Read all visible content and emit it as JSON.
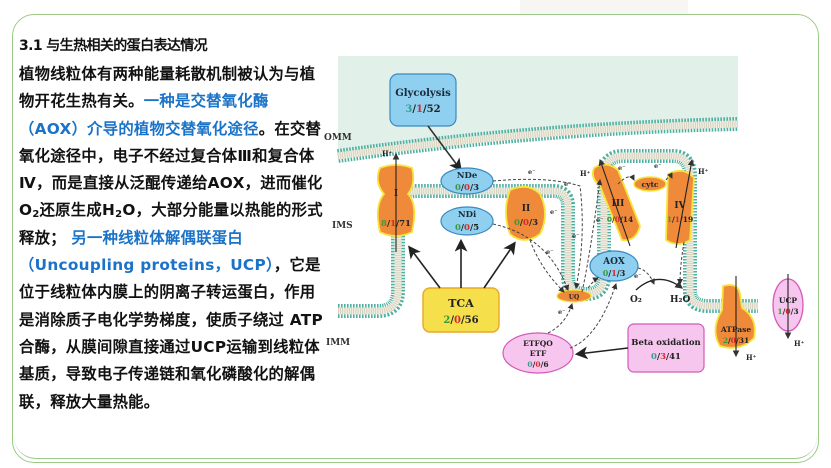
{
  "slide": {
    "section_title": "3.1 与生热相关的蛋白表达情况",
    "paragraph": {
      "segments": [
        {
          "text": "植物线粒体有两种能量耗散机制被认为与植物开花生热有关。",
          "style": "normal"
        },
        {
          "text": "一种是交替氧化酶（AOX）介导的植物交替氧化途径",
          "style": "highlight"
        },
        {
          "text": "。在交替氧化途径中，电子不经过复合体Ⅲ和复合体Ⅳ，而是直接从泛醌传递给AOX，进而催化O",
          "style": "normal"
        },
        {
          "text": "2",
          "style": "sub"
        },
        {
          "text": "还原生成H",
          "style": "normal"
        },
        {
          "text": "2",
          "style": "sub"
        },
        {
          "text": "O，大部分能量以热能的形式释放；",
          "style": "normal"
        },
        {
          "text": " 另一种线粒体解偶联蛋白（Uncoupling proteins，UCP）",
          "style": "highlight"
        },
        {
          "text": "，它是位于线粒体内膜上的阴离子转运蛋白，作用是消除质子电化学势梯度，使质子绕过 ATP合酶，从膜间隙直接通过UCP运输到线粒体基质，导致电子传递链和氧化磷酸化的解偶联，释放大量热能。",
          "style": "normal"
        }
      ]
    },
    "colors": {
      "highlight": "#1a73c8",
      "frame": "#9cc98a",
      "count_green": "#3a9a3a",
      "count_red": "#d42a2a",
      "count_dark": "#222222",
      "complex_orange": "#ee8a3a",
      "complex_outline": "#f5e53a",
      "blue_node": "#8fd0f0",
      "yellow_node": "#f5df4a",
      "pink_node": "#f6c6ee",
      "membrane_dot": "#4db0a0",
      "cytosol_bg": "#e2f0ea"
    }
  },
  "diagram": {
    "region_labels": {
      "omm": "OMM",
      "ims": "IMS",
      "imm": "IMM"
    },
    "nodes": {
      "glycolysis": {
        "name": "Glycolysis",
        "counts": [
          "3",
          "1",
          "52"
        ]
      },
      "nde": {
        "name": "NDe",
        "counts": [
          "0",
          "0",
          "3"
        ]
      },
      "ndi": {
        "name": "NDi",
        "counts": [
          "0",
          "0",
          "5"
        ]
      },
      "complex_i": {
        "name": "I",
        "counts": [
          "8",
          "1",
          "71"
        ]
      },
      "complex_ii": {
        "name": "II",
        "counts": [
          "0",
          "0",
          "3"
        ]
      },
      "complex_iii": {
        "name": "III",
        "counts": [
          "0",
          "0",
          "14"
        ]
      },
      "complex_iv": {
        "name": "IV",
        "counts": [
          "1",
          "1",
          "19"
        ]
      },
      "cytc": {
        "name": "cytc"
      },
      "uq": {
        "name": "UQ"
      },
      "aox": {
        "name": "AOX",
        "counts": [
          "0",
          "1",
          "3"
        ]
      },
      "tca": {
        "name": "TCA",
        "counts": [
          "2",
          "0",
          "56"
        ]
      },
      "etfqo": {
        "name_line1": "ETFQO",
        "name_line2": "ETF",
        "counts": [
          "0",
          "0",
          "6"
        ]
      },
      "beta_oxidation": {
        "name": "Beta oxidation",
        "counts": [
          "0",
          "3",
          "41"
        ]
      },
      "atpase": {
        "name": "ATPase",
        "counts": [
          "2",
          "0",
          "31"
        ]
      },
      "ucp": {
        "name": "UCP",
        "counts": [
          "1",
          "0",
          "3"
        ]
      }
    },
    "symbols": {
      "proton": "H⁺",
      "electron": "e⁻",
      "oxygen": "O₂",
      "water": "H₂O",
      "sep": "/"
    }
  }
}
